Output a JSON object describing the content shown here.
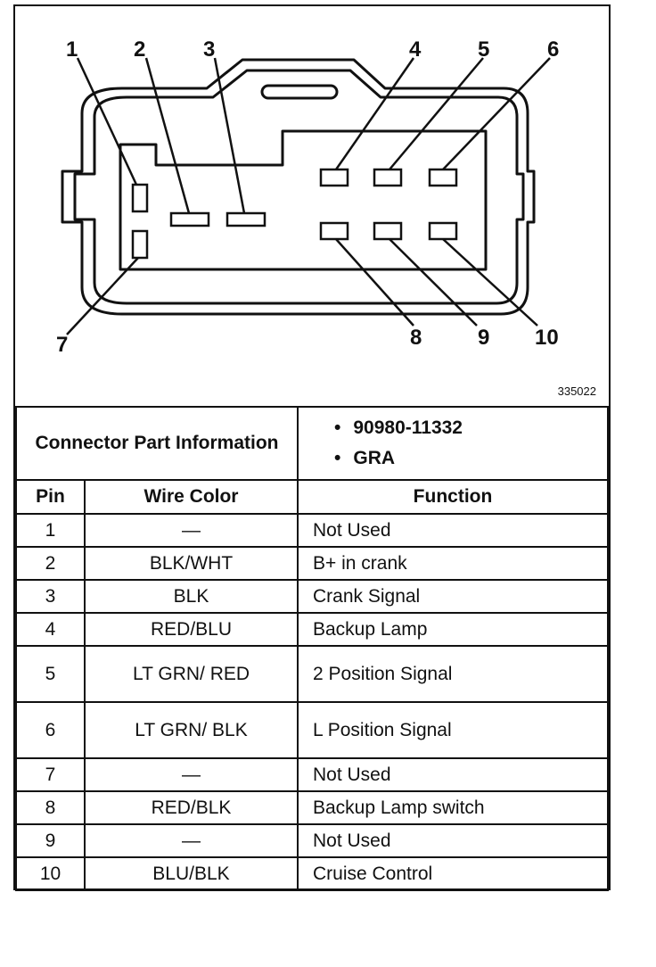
{
  "diagram": {
    "figure_number": "335022",
    "pin_labels": [
      "1",
      "2",
      "3",
      "4",
      "5",
      "6",
      "7",
      "8",
      "9",
      "10"
    ]
  },
  "connector_info": {
    "label": "Connector Part Information",
    "items": [
      "90980-11332",
      "GRA"
    ]
  },
  "table": {
    "headers": [
      "Pin",
      "Wire Color",
      "Function"
    ],
    "rows": [
      {
        "pin": "1",
        "wire": "—",
        "function": "Not Used"
      },
      {
        "pin": "2",
        "wire": "BLK/WHT",
        "function": "B+ in crank"
      },
      {
        "pin": "3",
        "wire": "BLK",
        "function": "Crank Signal"
      },
      {
        "pin": "4",
        "wire": "RED/BLU",
        "function": "Backup Lamp"
      },
      {
        "pin": "5",
        "wire": "LT GRN/ RED",
        "function": "2 Position Signal"
      },
      {
        "pin": "6",
        "wire": "LT GRN/ BLK",
        "function": "L Position Signal"
      },
      {
        "pin": "7",
        "wire": "—",
        "function": "Not Used"
      },
      {
        "pin": "8",
        "wire": "RED/BLK",
        "function": "Backup Lamp switch"
      },
      {
        "pin": "9",
        "wire": "—",
        "function": "Not Used"
      },
      {
        "pin": "10",
        "wire": "BLU/BLK",
        "function": "Cruise Control"
      }
    ]
  }
}
